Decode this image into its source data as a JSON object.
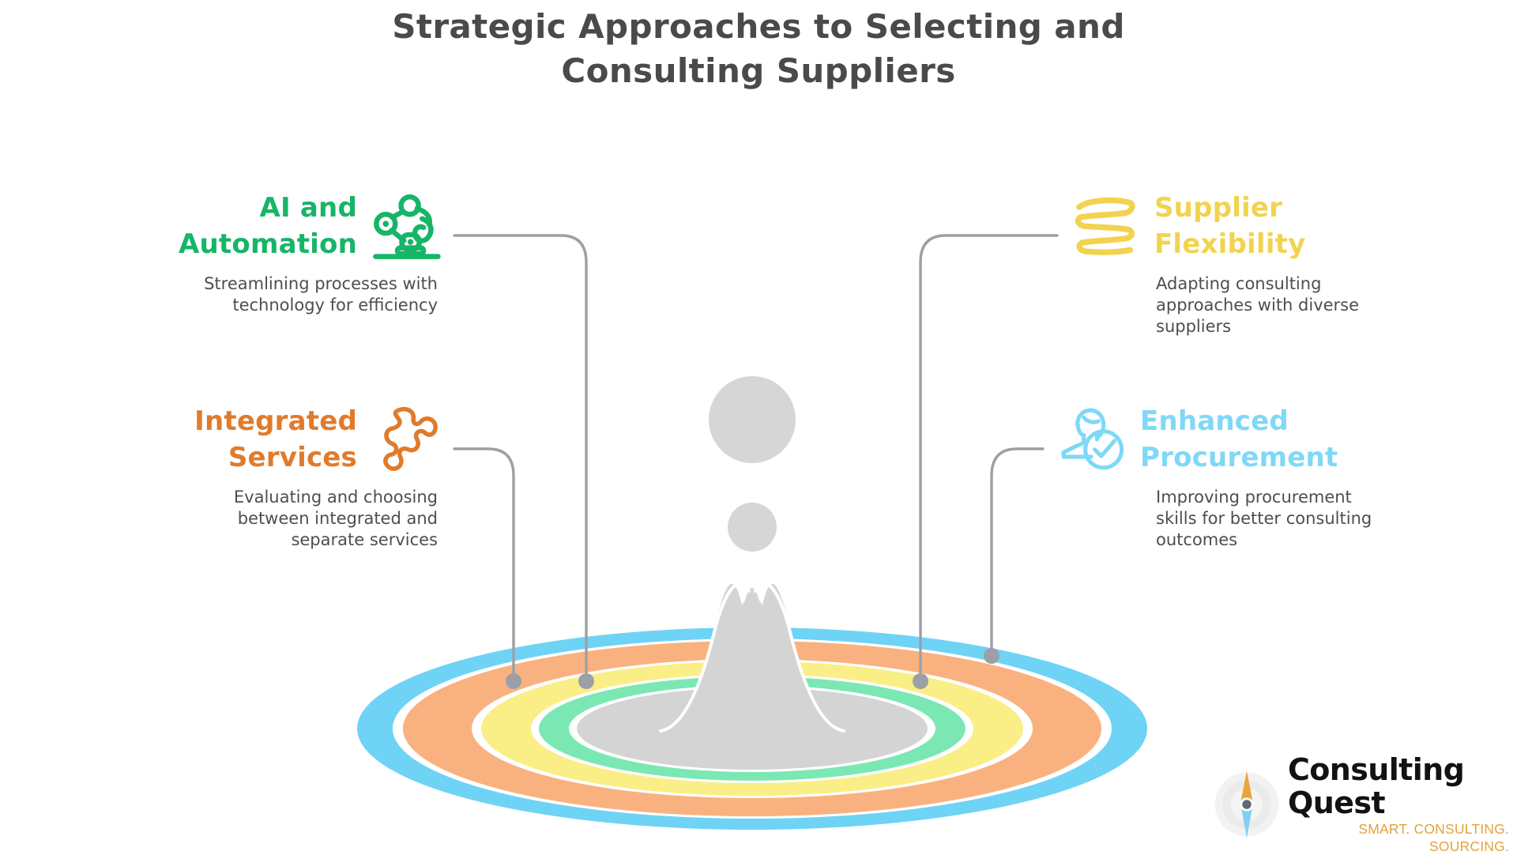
{
  "title": {
    "line1": "Strategic Approaches to Selecting and",
    "line2": "Consulting Suppliers",
    "color": "#4a4a4a"
  },
  "features": [
    {
      "id": "ai-and-automation",
      "side": "left",
      "title": "AI and\nAutomation",
      "description": "Streamlining processes with technology for efficiency",
      "color": "#16b567",
      "icon": "robot-arm-icon"
    },
    {
      "id": "integrated-services",
      "side": "left",
      "title": "Integrated\nServices",
      "description": "Evaluating and choosing between integrated and separate services",
      "color": "#e07b2c",
      "icon": "puzzle-piece-icon"
    },
    {
      "id": "supplier-flexibility",
      "side": "right",
      "title": "Supplier\nFlexibility",
      "description": "Adapting consulting approaches with diverse suppliers",
      "color": "#f2d34f",
      "icon": "spring-coil-icon"
    },
    {
      "id": "enhanced-procurement",
      "side": "right",
      "title": "Enhanced\nProcurement",
      "description": "Improving procurement skills for better consulting outcomes",
      "color": "#7fd8f7",
      "icon": "person-check-icon"
    }
  ],
  "ripple": {
    "rings": [
      {
        "name": "outer-blue-ring",
        "color": "#6fd3f5"
      },
      {
        "name": "orange-ring",
        "color": "#f9b27f"
      },
      {
        "name": "yellow-ring",
        "color": "#faee86"
      },
      {
        "name": "green-ring",
        "color": "#7be8b3"
      },
      {
        "name": "center-gray-pool",
        "color": "#d4d4d4"
      }
    ],
    "splash_color": "#d4d4d4",
    "droplet_color": "#d6d6d6",
    "connector_color": "#9ba0a6"
  },
  "logo": {
    "name": "Consulting Quest",
    "tagline": "SMART. CONSULTING. SOURCING.",
    "name_color": "#121212",
    "tagline_color": "#e4a23a",
    "mark_top_color": "#e9a43a",
    "mark_bottom_color": "#7fd0f2"
  }
}
